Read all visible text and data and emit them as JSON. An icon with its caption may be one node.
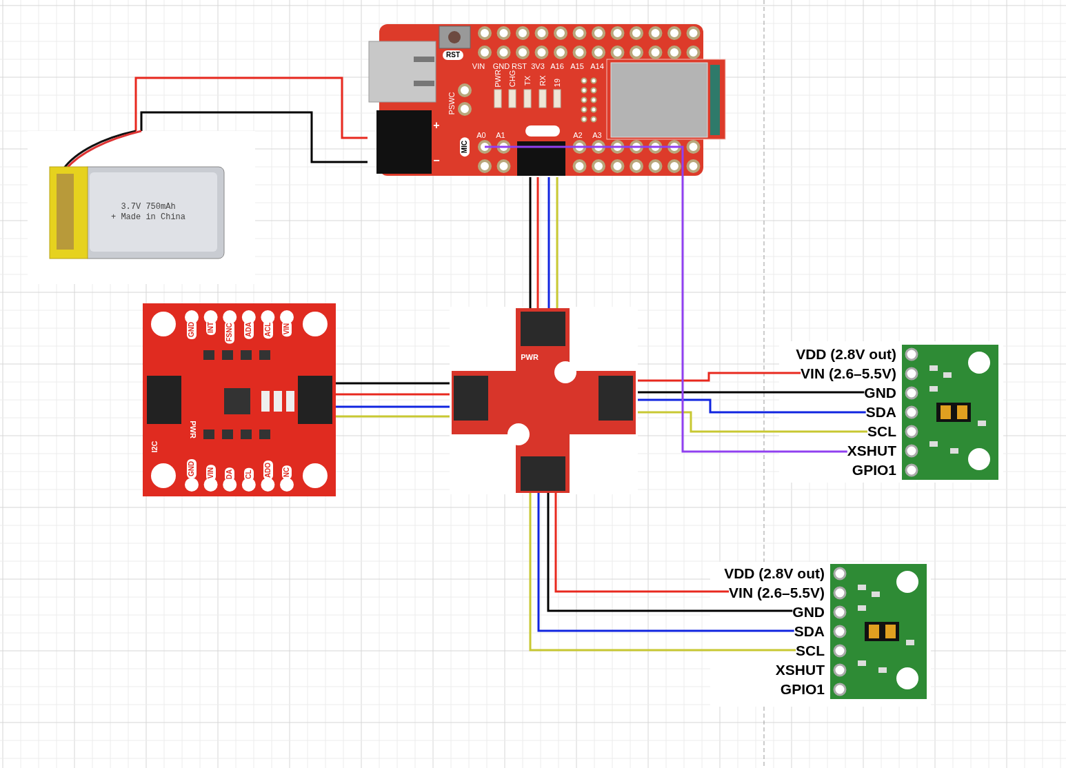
{
  "diagram": {
    "nodes": [
      {
        "text": [
          "3.7V 750mAh",
          "+ Made in China"
        ]
      },
      {
        "text": [
          "RST",
          "VIN",
          "GND",
          "RST",
          "3V3",
          "A16",
          "A15",
          "A14",
          "PSWC",
          "PWR",
          "CHG",
          "TX",
          "RX",
          "19",
          "+",
          "−",
          "MIC",
          "A0",
          "A1",
          "A2",
          "A3"
        ]
      },
      {
        "text": [
          "GND",
          "INT",
          "FSNC",
          "ADA",
          "ACL",
          "VIN",
          "I2C",
          "PWR",
          "GND",
          "VIN",
          "DA",
          "CL",
          "ADO",
          "NC"
        ]
      },
      {
        "text": [
          "PWR"
        ]
      },
      {
        "text": [
          "VDD (2.8V out)"
        ]
      },
      {
        "text": [
          "VIN (2.6–5.5V)"
        ]
      },
      {
        "text": [
          "GND"
        ]
      },
      {
        "text": [
          "SDA"
        ]
      },
      {
        "text": [
          "SCL"
        ]
      },
      {
        "text": [
          "XSHUT"
        ]
      },
      {
        "text": [
          "GPIO1"
        ]
      },
      {
        "text": [],
        "shape": "picture"
      },
      {
        "text": [
          "VDD (2.8V out)"
        ]
      },
      {
        "text": [
          "VIN (2.6–5.5V)"
        ]
      },
      {
        "text": [
          "GND"
        ]
      },
      {
        "text": [
          "SDA"
        ]
      },
      {
        "text": [
          "SCL"
        ]
      },
      {
        "text": [
          "XSHUT"
        ]
      },
      {
        "text": [
          "GPIO1"
        ]
      },
      {
        "text": [],
        "shape": "picture"
      }
    ],
    "edges": [
      {
        "from": 0,
        "to": 1,
        "arrow": "none",
        "color": "#e8281e"
      },
      {
        "from": 0,
        "to": 1,
        "arrow": "none",
        "color": "#000000"
      },
      {
        "from": 1,
        "to": 3,
        "arrow": "none",
        "color": "#000000"
      },
      {
        "from": 1,
        "to": 3,
        "arrow": "none",
        "color": "#e8281e"
      },
      {
        "from": 1,
        "to": 3,
        "arrow": "none",
        "color": "#1024e0"
      },
      {
        "from": 1,
        "to": 3,
        "arrow": "none",
        "color": "#c8c832"
      },
      {
        "from": 2,
        "to": 3,
        "arrow": "none",
        "color": "#000000"
      },
      {
        "from": 2,
        "to": 3,
        "arrow": "none",
        "color": "#e8281e"
      },
      {
        "from": 2,
        "to": 3,
        "arrow": "none",
        "color": "#1024e0"
      },
      {
        "from": 2,
        "to": 3,
        "arrow": "none",
        "color": "#c8c832"
      },
      {
        "from": 3,
        "to": 5,
        "arrow": "none",
        "color": "#e8281e"
      },
      {
        "from": 3,
        "to": 6,
        "arrow": "none",
        "color": "#000000"
      },
      {
        "from": 3,
        "to": 7,
        "arrow": "none",
        "color": "#1024e0"
      },
      {
        "from": 3,
        "to": 8,
        "arrow": "none",
        "color": "#c8c832"
      },
      {
        "from": 1,
        "to": 9,
        "arrow": "none",
        "color": "#9040f0"
      },
      {
        "from": 3,
        "to": 13,
        "arrow": "none",
        "color": "#e8281e"
      },
      {
        "from": 3,
        "to": 14,
        "arrow": "none",
        "color": "#000000"
      },
      {
        "from": 3,
        "to": 15,
        "arrow": "none",
        "color": "#1024e0"
      },
      {
        "from": 3,
        "to": 16,
        "arrow": "none",
        "color": "#c8c832"
      }
    ]
  }
}
